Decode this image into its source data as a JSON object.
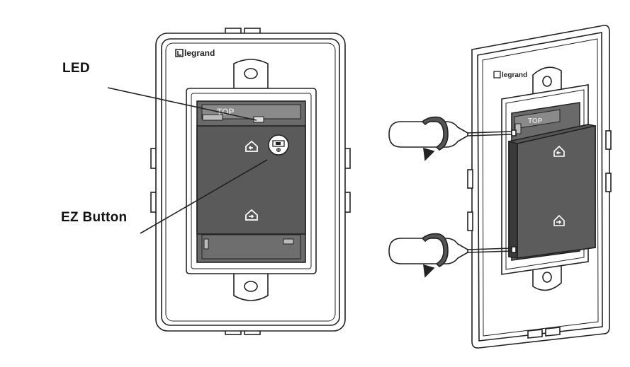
{
  "labels": {
    "led": "LED",
    "ez_button": "EZ Button"
  },
  "device": {
    "brand": "legrand",
    "top_marking": "TOP"
  },
  "icons": [
    "house-arrow-in-icon",
    "house-arrow-out-icon",
    "ez-button-icon",
    "screwdriver-icon",
    "rotation-arrow-icon",
    "legrand-logo"
  ],
  "colors": {
    "line": "#222222",
    "device_gray": "#555555",
    "device_dark": "#3a3a3a",
    "background": "#ffffff"
  }
}
